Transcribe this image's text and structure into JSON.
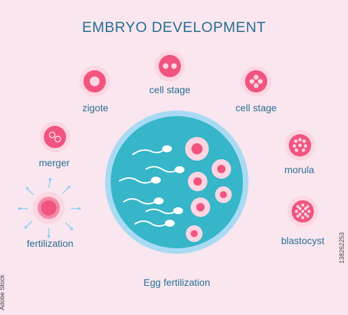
{
  "title": "EMBRYO DEVELOPMENT",
  "stages": {
    "fertilization": "fertilization",
    "merger": "merger",
    "zigote": "zigote",
    "cell_stage_2": "cell stage",
    "cell_stage_4": "cell stage",
    "morula": "morula",
    "blastocyst": "blastocyst"
  },
  "center_label": "Egg fertilization",
  "stock_id": "138262253",
  "brand": "Adobe Stock",
  "colors": {
    "background": "#f9e6ee",
    "text": "#2a6f93",
    "dish_outer": "#8fd0f2",
    "dish_inner": "#35b5c6",
    "cell_pink": "#f1547f",
    "cell_light": "#fcd6e2"
  }
}
